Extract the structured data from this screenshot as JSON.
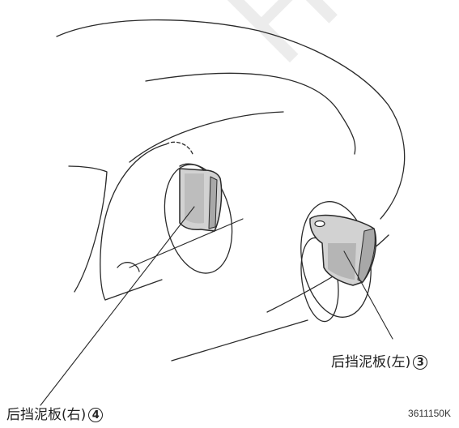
{
  "watermark_text": "Honda",
  "labels": {
    "left_mudguard_text": "后挡泥板(左)",
    "left_mudguard_number": "3",
    "right_mudguard_text": "后挡泥板(右)",
    "right_mudguard_number": "4"
  },
  "figure_code": "3611150K",
  "colors": {
    "line": "#2a2a2a",
    "part_fill": "#d2d2d2",
    "part_shade": "#a8a8a8",
    "text": "#222222"
  }
}
